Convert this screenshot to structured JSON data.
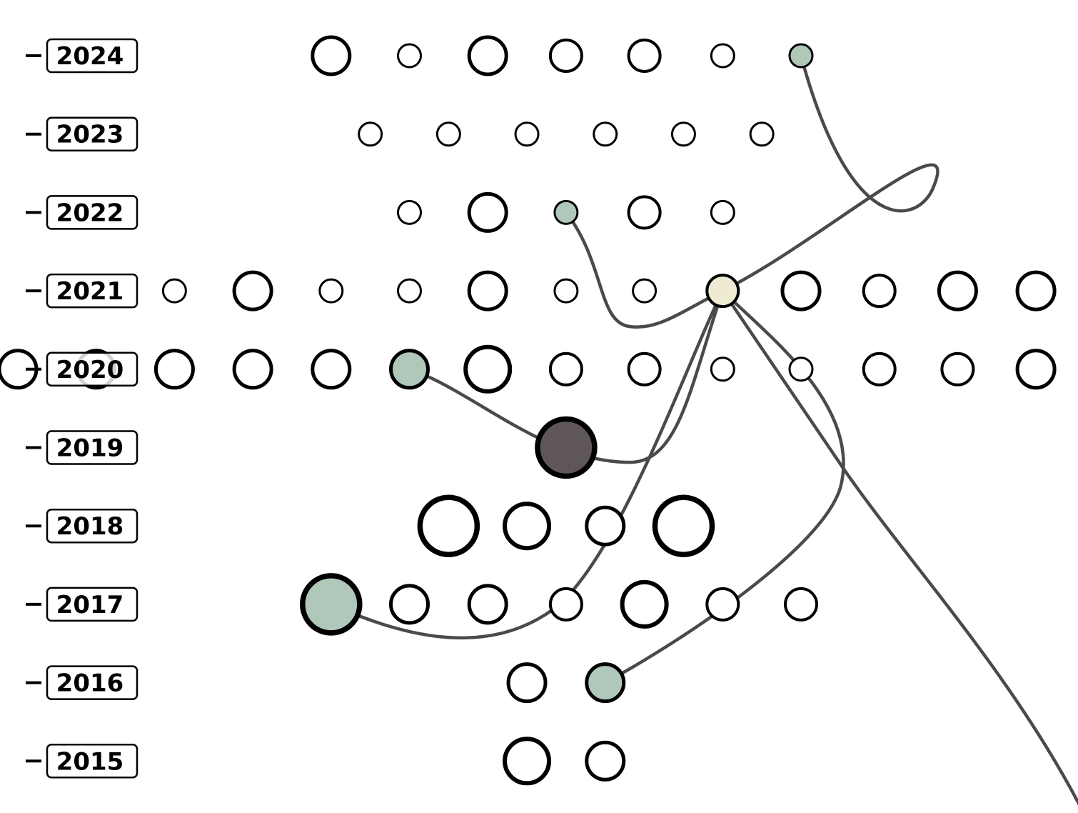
{
  "colors": {
    "background": "#ffffff",
    "node_stroke": "#000000",
    "node_fill_default": "#ffffff",
    "node_fill_highlight": "#afc8ba",
    "node_fill_focus": "#efebd3",
    "node_fill_dark": "#5e565a",
    "edge": "#4a4a4a"
  },
  "years": [
    "2024",
    "2023",
    "2022",
    "2021",
    "2020",
    "2019",
    "2018",
    "2017",
    "2016",
    "2015"
  ],
  "rows": [
    {
      "year": "2024",
      "nodes": [
        {
          "col": 4,
          "size": "m"
        },
        {
          "col": 5,
          "size": "s"
        },
        {
          "col": 6,
          "size": "m"
        },
        {
          "col": 7,
          "size": "ms"
        },
        {
          "col": 8,
          "size": "ms"
        },
        {
          "col": 9,
          "size": "s"
        },
        {
          "col": 10,
          "size": "s",
          "fill": "highlight"
        }
      ]
    },
    {
      "year": "2023",
      "nodes": [
        {
          "col": 4.5,
          "size": "s"
        },
        {
          "col": 5.5,
          "size": "s"
        },
        {
          "col": 6.5,
          "size": "s"
        },
        {
          "col": 7.5,
          "size": "s"
        },
        {
          "col": 8.5,
          "size": "s"
        },
        {
          "col": 9.5,
          "size": "s"
        }
      ]
    },
    {
      "year": "2022",
      "nodes": [
        {
          "col": 5,
          "size": "s"
        },
        {
          "col": 6,
          "size": "m"
        },
        {
          "col": 7,
          "size": "s",
          "fill": "highlight"
        },
        {
          "col": 8,
          "size": "ms"
        },
        {
          "col": 9,
          "size": "s"
        }
      ]
    },
    {
      "year": "2021",
      "nodes": [
        {
          "col": 2,
          "size": "s"
        },
        {
          "col": 3,
          "size": "m"
        },
        {
          "col": 4,
          "size": "s"
        },
        {
          "col": 5,
          "size": "s"
        },
        {
          "col": 6,
          "size": "m"
        },
        {
          "col": 7,
          "size": "s"
        },
        {
          "col": 8,
          "size": "s"
        },
        {
          "col": 9,
          "size": "ms",
          "fill": "focus"
        },
        {
          "col": 10,
          "size": "m"
        },
        {
          "col": 11,
          "size": "ms"
        },
        {
          "col": 12,
          "size": "m"
        },
        {
          "col": 13,
          "size": "m"
        }
      ]
    },
    {
      "year": "2020",
      "nodes": [
        {
          "col": 0,
          "size": "m"
        },
        {
          "col": 1,
          "size": "m"
        },
        {
          "col": 2,
          "size": "m"
        },
        {
          "col": 3,
          "size": "m"
        },
        {
          "col": 4,
          "size": "m"
        },
        {
          "col": 5,
          "size": "m",
          "fill": "highlight"
        },
        {
          "col": 6,
          "size": "l"
        },
        {
          "col": 7,
          "size": "ms"
        },
        {
          "col": 8,
          "size": "ms"
        },
        {
          "col": 9,
          "size": "s"
        },
        {
          "col": 10,
          "size": "s"
        },
        {
          "col": 11,
          "size": "ms"
        },
        {
          "col": 12,
          "size": "ms"
        },
        {
          "col": 13,
          "size": "m"
        }
      ]
    },
    {
      "year": "2019",
      "nodes": [
        {
          "col": 7,
          "size": "xl",
          "fill": "dark"
        }
      ]
    },
    {
      "year": "2018",
      "nodes": [
        {
          "col": 5.5,
          "size": "xl"
        },
        {
          "col": 6.5,
          "size": "l"
        },
        {
          "col": 7.5,
          "size": "m"
        },
        {
          "col": 8.5,
          "size": "xl"
        }
      ]
    },
    {
      "year": "2017",
      "nodes": [
        {
          "col": 4,
          "size": "xl",
          "fill": "highlight"
        },
        {
          "col": 5,
          "size": "m"
        },
        {
          "col": 6,
          "size": "m"
        },
        {
          "col": 7,
          "size": "ms"
        },
        {
          "col": 8,
          "size": "l"
        },
        {
          "col": 9,
          "size": "ms"
        },
        {
          "col": 10,
          "size": "ms"
        }
      ]
    },
    {
      "year": "2016",
      "nodes": [
        {
          "col": 6.5,
          "size": "m"
        },
        {
          "col": 7.5,
          "size": "m",
          "fill": "highlight"
        }
      ]
    },
    {
      "year": "2015",
      "nodes": [
        {
          "col": 6.5,
          "size": "l"
        },
        {
          "col": 7.5,
          "size": "m"
        }
      ]
    }
  ],
  "edges": [
    {
      "from": [
        "2021",
        9
      ],
      "to": [
        "2024",
        10
      ]
    },
    {
      "from": [
        "2021",
        9
      ],
      "to": [
        "2022",
        7
      ]
    },
    {
      "from": [
        "2021",
        9
      ],
      "to": [
        "2020",
        5
      ]
    },
    {
      "from": [
        "2021",
        9
      ],
      "to": [
        "2017",
        4
      ]
    },
    {
      "from": [
        "2021",
        9
      ],
      "to": [
        "2016",
        7.5
      ]
    },
    {
      "from": [
        "2021",
        9
      ],
      "to": "offpage"
    }
  ]
}
